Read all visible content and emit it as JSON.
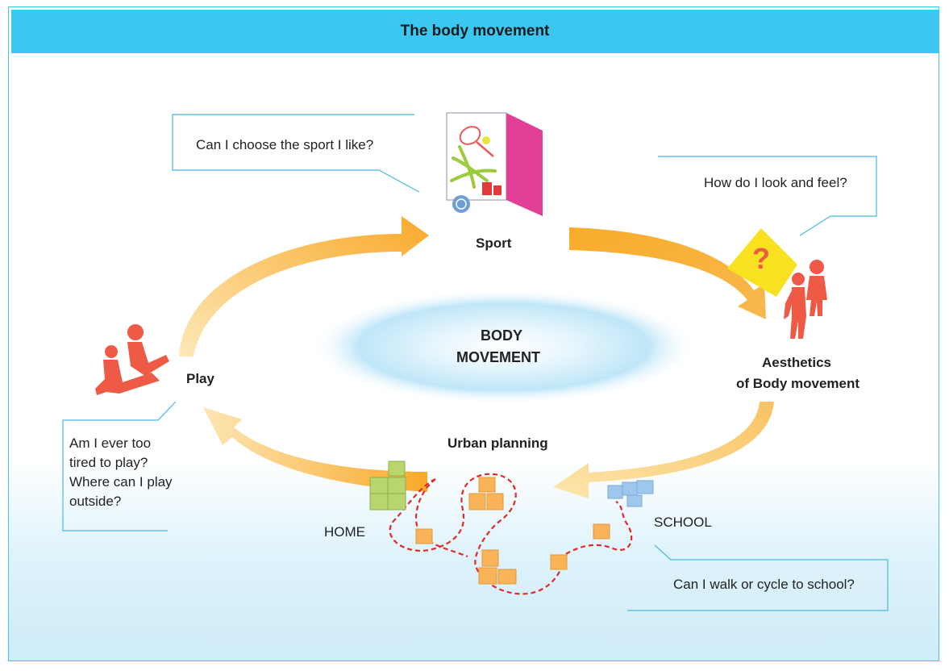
{
  "title": "The body movement",
  "center": {
    "line1": "BODY",
    "line2": "MOVEMENT"
  },
  "nodes": {
    "sport": "Sport",
    "aesthetics_line1": "Aesthetics",
    "aesthetics_line2": "of Body movement",
    "play": "Play",
    "urban_planning": "Urban planning",
    "home": "HOME",
    "school": "SCHOOL"
  },
  "questions": {
    "sport": "Can I choose the sport I like?",
    "aesthetics": "How do I look and feel?",
    "play_line1": "Am I ever too",
    "play_line2": "tired to play?",
    "play_line3": "Where can I play",
    "play_line4": "outside?",
    "school": "Can I walk or cycle to school?"
  },
  "icon_text": {
    "question_mark": "?"
  },
  "colors": {
    "title_bar": "#3cc7f2",
    "arrow": "#f9b233",
    "figure": "#ee5a45",
    "callout_line": "#48b8e0",
    "path_dash": "#e02a26",
    "cube_orange": "#f9b45a",
    "cube_green": "#b9d56d",
    "cube_blue": "#9dc7ec"
  }
}
